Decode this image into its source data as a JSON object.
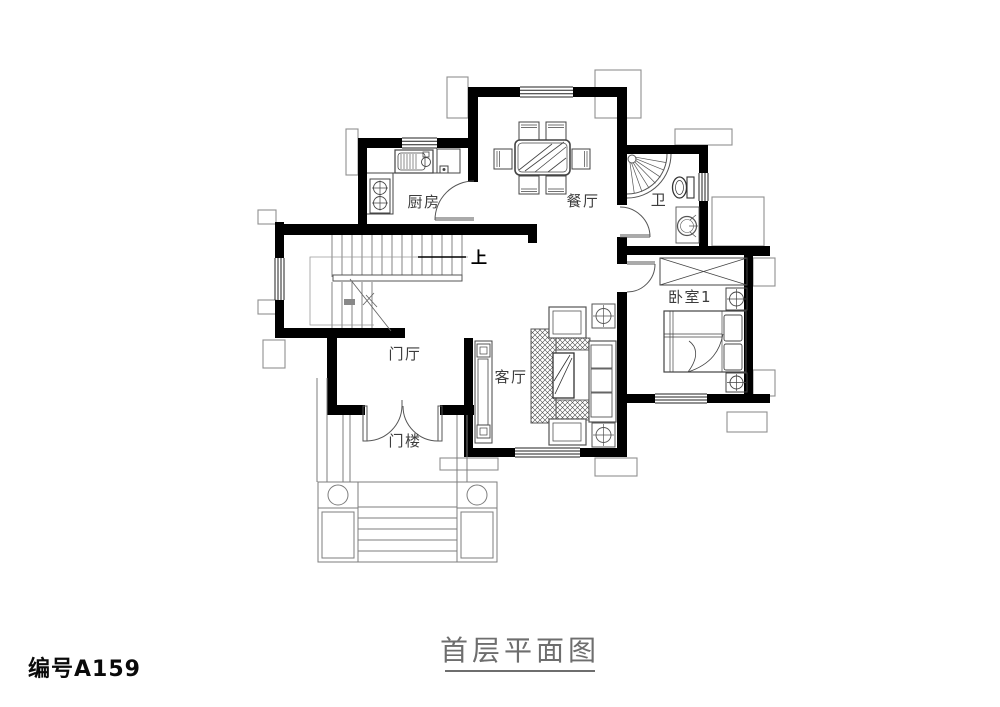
{
  "plan": {
    "number": "编号A159",
    "title": "首层平面图",
    "rooms": {
      "kitchen": "厨房",
      "dining": "餐厅",
      "bathroom": "卫",
      "bedroom": "卧室1",
      "foyer": "门厅",
      "living": "客厅",
      "porch": "门楼"
    },
    "annotations": {
      "stairs_up": "上"
    },
    "colors": {
      "wall": "#000000",
      "furniture": "#444444",
      "fixture": "#555555",
      "stairs": "#777777",
      "pilaster": "#8f8f8f",
      "label": "#3c3c3c",
      "title": "#6e6e6e"
    }
  }
}
